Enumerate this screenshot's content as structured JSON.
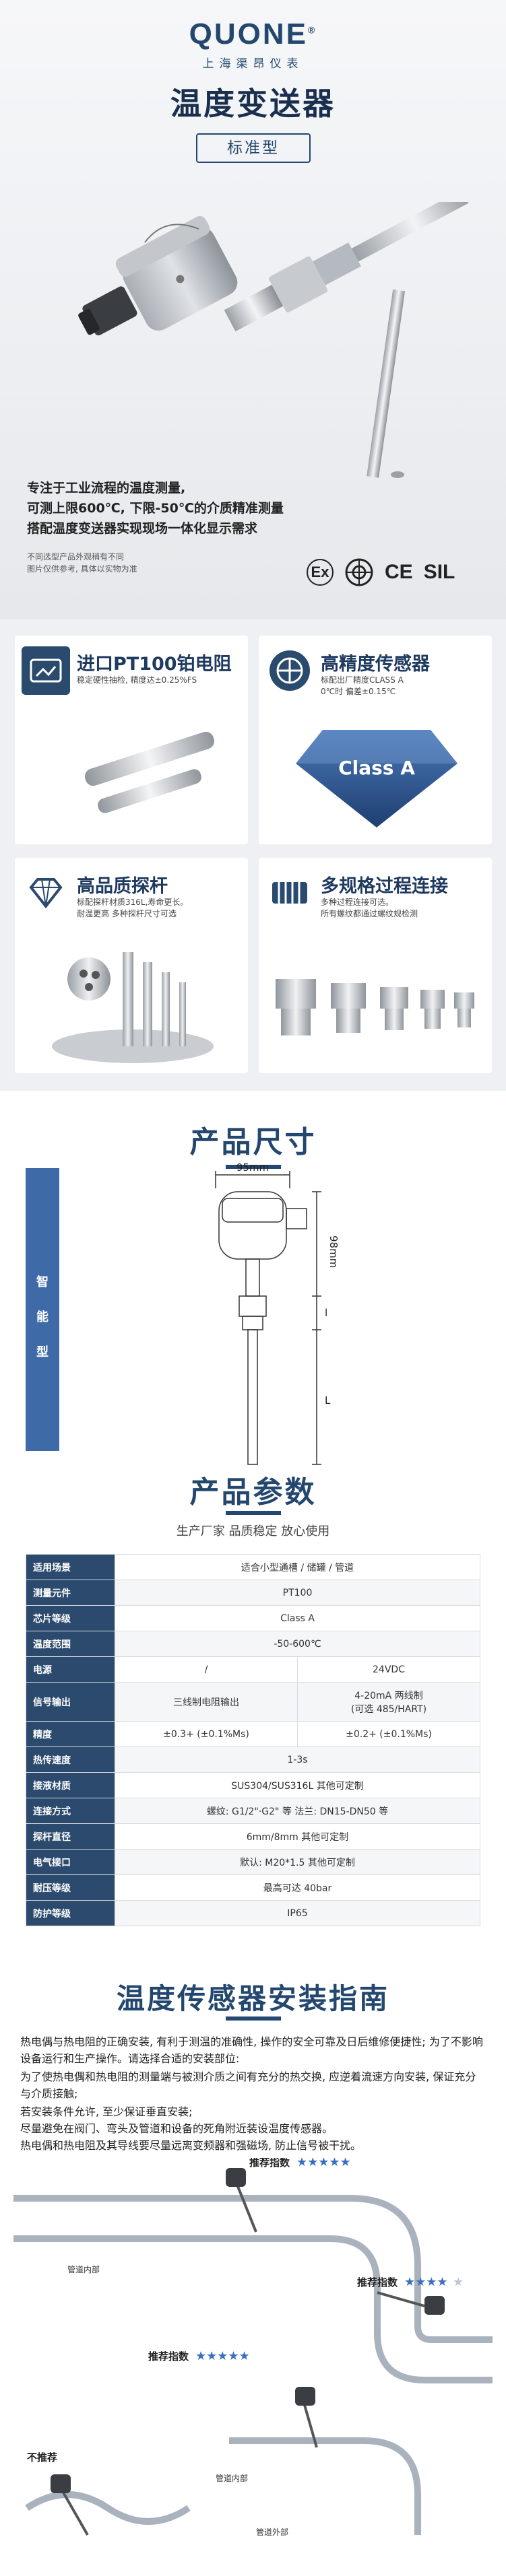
{
  "hero": {
    "brand": "QUONE",
    "brand_mark": "®",
    "brand_cn": "上海渠昂仪表",
    "title": "温度变送器",
    "tag": "标准型",
    "desc1": "专注于工业流程的温度测量,",
    "desc2": "可测上限600℃, 下限-50℃的介质精准测量",
    "desc3": "搭配温度变送器实现现场一体化显示需求",
    "note1": "不同选型产品外观稍有不同",
    "note2": "图片仅供参考, 具体以实物为准",
    "cert_ex": "Ex",
    "cert_ce": "CE",
    "cert_sil": "SIL"
  },
  "features": [
    {
      "title": "进口PT100铂电阻",
      "desc": "稳定硬性抽检, 精度达±0.25%FS"
    },
    {
      "title": "高精度传感器",
      "desc": "标配出厂精度CLASS A\n0℃时 偏差±0.15℃",
      "badge": "Class A"
    },
    {
      "title": "高品质探杆",
      "desc": "标配探杆材质316L,寿命更长。\n耐温更高 多种探杆尺寸可选"
    },
    {
      "title": "多规格过程连接",
      "desc": "多种过程连接可选。\n所有螺纹都通过螺纹规检测"
    }
  ],
  "dims": {
    "title": "产品尺寸",
    "side": [
      "智",
      "能",
      "型"
    ],
    "width_label": "95mm",
    "height_label": "98mm",
    "l1": "l",
    "l2": "L"
  },
  "params": {
    "title": "产品参数",
    "subtitle": "生产厂家 品质稳定 放心使用",
    "rows": [
      {
        "label": "适用场景",
        "cells": [
          "适合小型通槽 / 储罐 / 管道"
        ]
      },
      {
        "label": "测量元件",
        "cells": [
          "PT100"
        ]
      },
      {
        "label": "芯片等级",
        "cells": [
          "Class A"
        ]
      },
      {
        "label": "温度范围",
        "cells": [
          "-50-600℃"
        ]
      },
      {
        "label": "电源",
        "cells": [
          "/",
          "24VDC"
        ]
      },
      {
        "label": "信号输出",
        "cells": [
          "三线制电阻输出",
          "4-20mA 两线制\n(可选 485/HART)"
        ]
      },
      {
        "label": "精度",
        "cells": [
          "±0.3+ (±0.1%Ms)",
          "±0.2+ (±0.1%Ms)"
        ]
      },
      {
        "label": "热传速度",
        "cells": [
          "1-3s"
        ]
      },
      {
        "label": "接液材质",
        "cells": [
          "SUS304/SUS316L 其他可定制"
        ]
      },
      {
        "label": "连接方式",
        "cells": [
          "螺纹: G1/2\"·G2\" 等 法兰: DN15-DN50 等"
        ]
      },
      {
        "label": "探杆直径",
        "cells": [
          "6mm/8mm 其他可定制"
        ]
      },
      {
        "label": "电气接口",
        "cells": [
          "默认: M20*1.5 其他可定制"
        ]
      },
      {
        "label": "耐压等级",
        "cells": [
          "最高可达 40bar"
        ]
      },
      {
        "label": "防护等级",
        "cells": [
          "IP65"
        ]
      }
    ]
  },
  "guide": {
    "title": "温度传感器安装指南",
    "p1": "热电偶与热电阻的正确安装, 有利于测温的准确性, 操作的安全可靠及日后维修便捷性; 为了不影响设备运行和生产操作。请选择合适的安装部位:",
    "p2": "为了使热电偶和热电阻的测量端与被测介质之间有充分的热交换, 应逆着流速方向安装, 保证充分与介质接触;",
    "p3": "若安装条件允许, 至少保证垂直安装;",
    "p4": "尽量避免在阀门、弯头及管道和设备的死角附近装设温度传感器。",
    "p5": "热电偶和热电阻及其导线要尽量远离变频器和强磁场, 防止信号被干扰。",
    "label_rec": "推荐指数",
    "label_inner": "管道内部",
    "label_outer": "管道外部",
    "label_norec": "不推荐",
    "stars_a": "★★★★★",
    "stars_b": "★★★★",
    "stars_b_empty": "★",
    "stars_c": "★★★★★"
  },
  "colors": {
    "brand": "#23476e",
    "table_label": "#2b4a6d",
    "side_band": "#3f6aa8"
  }
}
